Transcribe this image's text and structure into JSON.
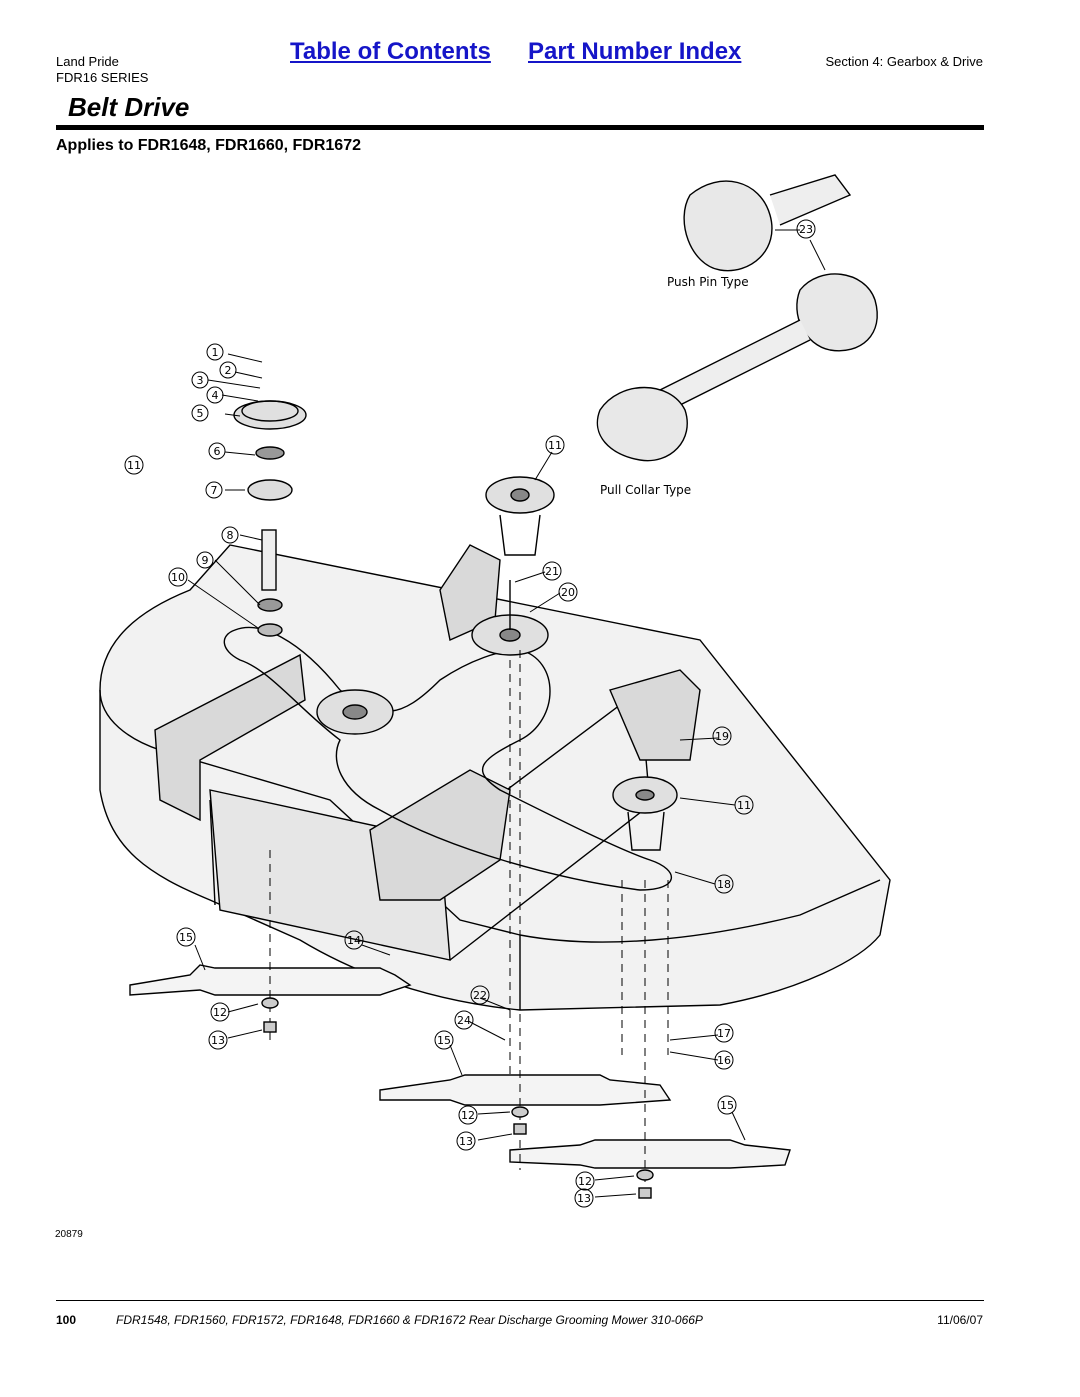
{
  "header": {
    "brand": "Land Pride",
    "series": "FDR16 SERIES",
    "toc_link": "Table of Contents",
    "index_link": "Part Number Index",
    "section": "Section 4: Gearbox & Drive"
  },
  "page_title": "Belt Drive",
  "applies_to": "Applies to FDR1648, FDR1660, FDR1672",
  "diagram": {
    "labels": {
      "push_pin": "Push Pin Type",
      "pull_collar": "Pull Collar Type"
    },
    "callouts": [
      "1",
      "2",
      "3",
      "4",
      "5",
      "6",
      "7",
      "8",
      "9",
      "10",
      "11",
      "11",
      "11",
      "12",
      "12",
      "12",
      "13",
      "13",
      "13",
      "14",
      "15",
      "15",
      "15",
      "16",
      "17",
      "18",
      "19",
      "20",
      "21",
      "22",
      "23",
      "24"
    ],
    "figure_number": "20879"
  },
  "footer": {
    "page_number": "100",
    "doc_title": "FDR1548, FDR1560, FDR1572, FDR1648, FDR1660 & FDR1672 Rear Discharge Grooming Mower 310-066P",
    "date": "11/06/07"
  }
}
